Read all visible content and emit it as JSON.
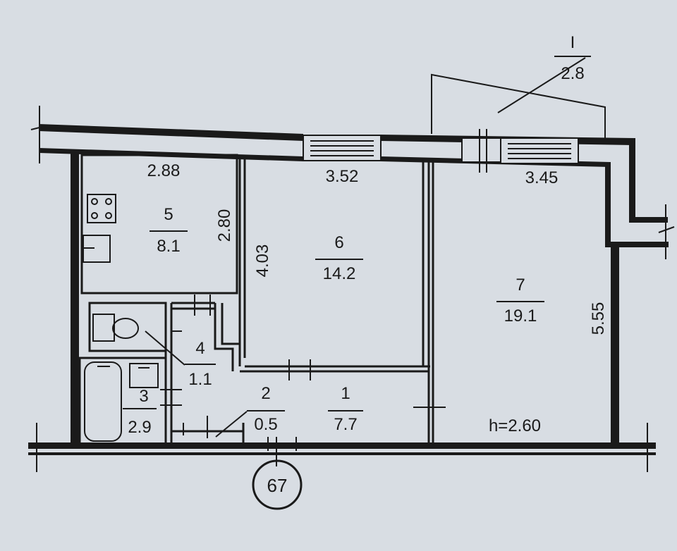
{
  "rooms": [
    {
      "id": "5",
      "number": "5",
      "area": "8.1"
    },
    {
      "id": "6",
      "number": "6",
      "area": "14.2"
    },
    {
      "id": "7",
      "number": "7",
      "area": "19.1"
    },
    {
      "id": "4",
      "number": "4",
      "area": "1.1"
    },
    {
      "id": "3",
      "number": "3",
      "area": "2.9"
    },
    {
      "id": "2",
      "number": "2",
      "area": "0.5"
    },
    {
      "id": "1",
      "number": "1",
      "area": "7.7"
    }
  ],
  "balcony": {
    "number": "I",
    "area": "2.8"
  },
  "dimensions": {
    "kitchen_width": "2.88",
    "kitchen_depth": "2.80",
    "room6_width": "3.52",
    "room6_depth": "4.03",
    "room7_width": "3.45",
    "room7_depth": "5.55"
  },
  "ceiling_height": "h=2.60",
  "apartment_number": "67",
  "colors": {
    "ink": "#1a1a1a",
    "paper": "#d8dde3"
  }
}
